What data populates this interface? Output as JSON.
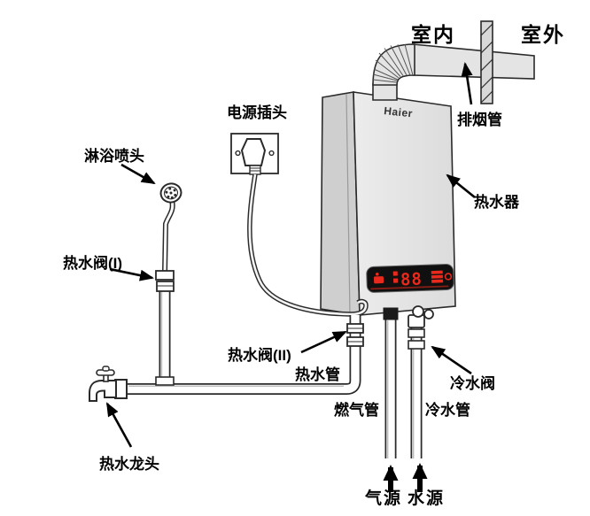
{
  "diagram": {
    "brand": "Haier",
    "regions": {
      "indoor": "室内",
      "outdoor": "室外"
    },
    "labels": {
      "exhaust_pipe": "排烟管",
      "water_heater": "热水器",
      "power_plug": "电源插头",
      "shower_head": "淋浴喷头",
      "hot_water_valve_1": "热水阀(I)",
      "hot_water_valve_2": "热水阀(II)",
      "hot_water_pipe": "热水管",
      "gas_pipe": "燃气管",
      "cold_water_valve": "冷水阀",
      "cold_water_pipe": "冷水管",
      "hot_water_faucet": "热水龙头",
      "gas_source": "气源",
      "water_source": "水源"
    },
    "display": {
      "digits": "88"
    },
    "colors": {
      "display_red": "#e8291c",
      "display_bg": "#101010",
      "metal_light": "#e9e9e9",
      "metal_mid": "#d5d5d5",
      "outline": "#2a2a2a"
    }
  }
}
